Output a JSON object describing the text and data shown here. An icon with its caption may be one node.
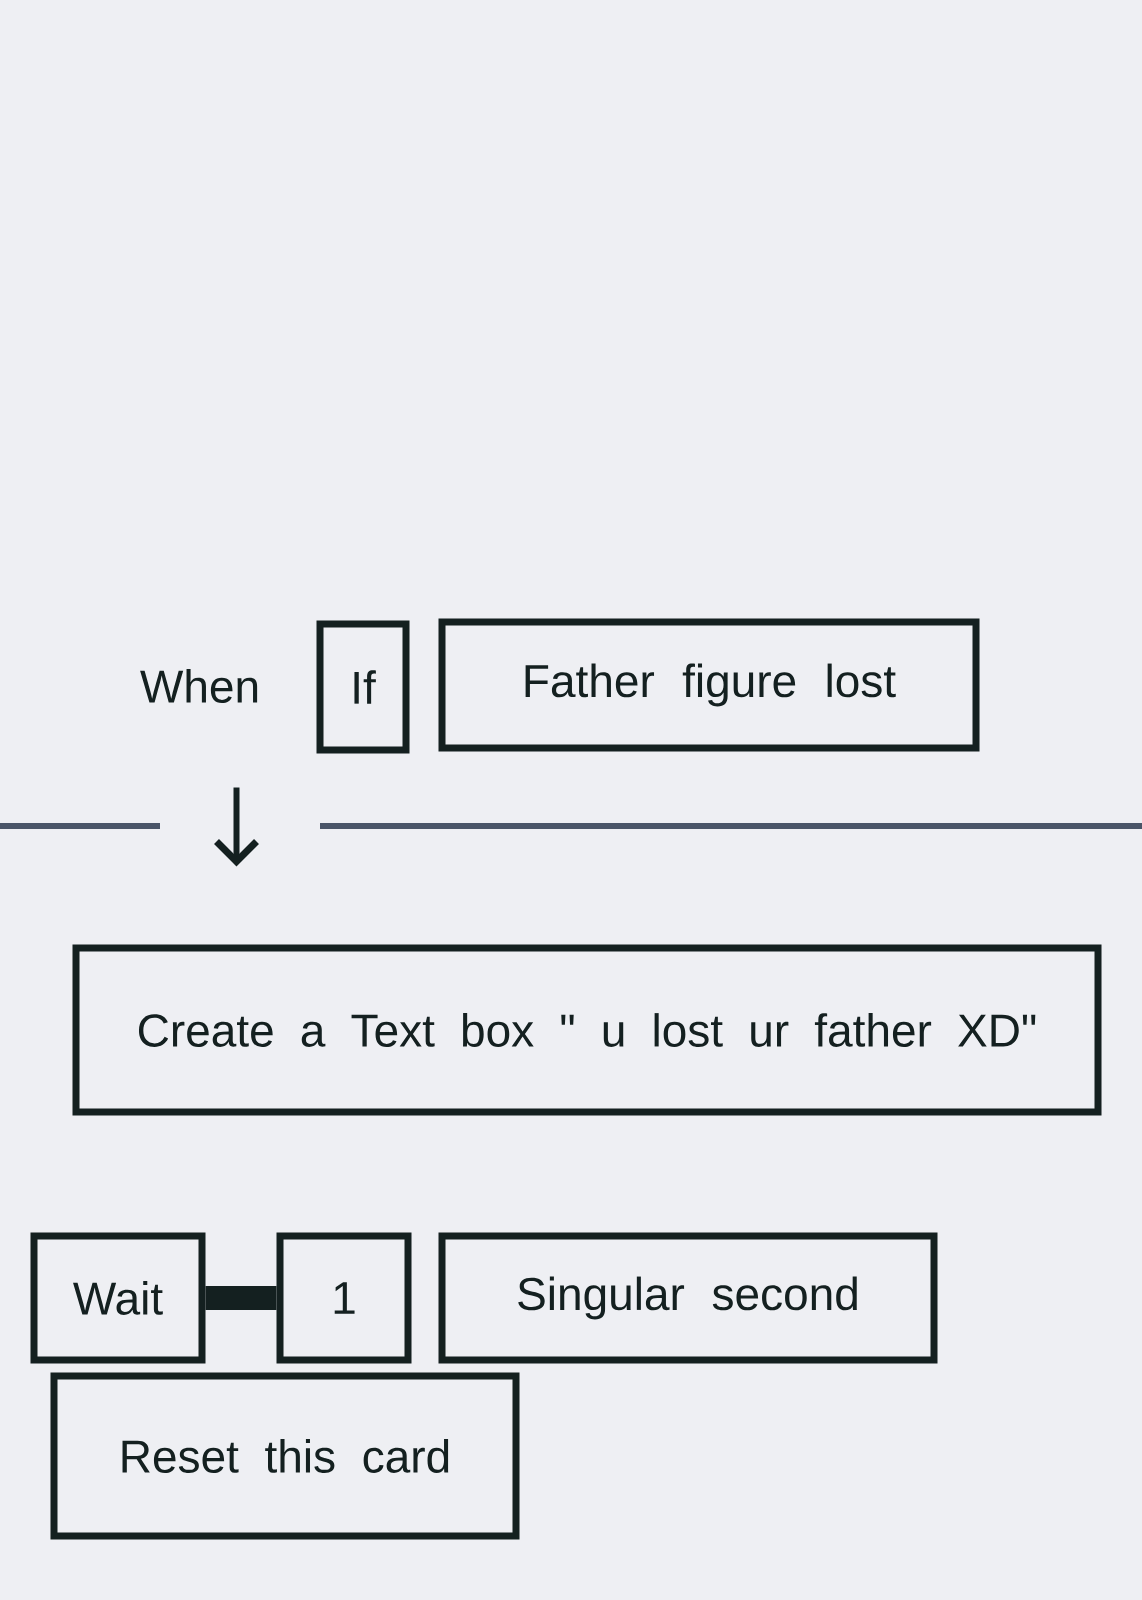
{
  "diagram": {
    "nodes": [
      {
        "text": [
          "If"
        ]
      },
      {
        "text": [
          "Father figure lost"
        ]
      },
      {
        "text": [
          "Create a Text box \" u lost ur father XD\""
        ]
      },
      {
        "text": [
          "Wait"
        ]
      },
      {
        "text": [
          "1"
        ]
      },
      {
        "text": [
          "Singular second"
        ]
      },
      {
        "text": [
          "Reset this card"
        ]
      }
    ],
    "edges": [
      {
        "from": 0,
        "to": 2,
        "arrow": "to"
      },
      {
        "from": 3,
        "to": 4,
        "arrow": "none",
        "style": "thick"
      }
    ],
    "labels": [
      "When"
    ]
  }
}
